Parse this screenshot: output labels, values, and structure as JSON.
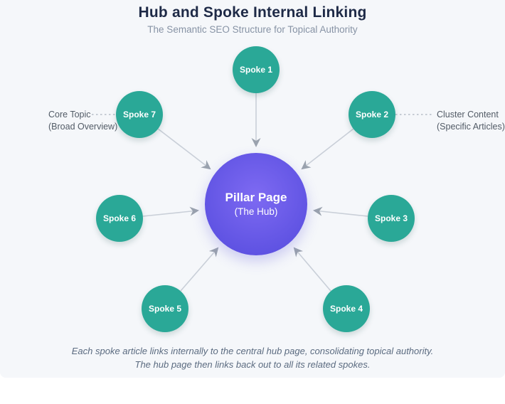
{
  "header": {
    "title": "Hub and Spoke Internal Linking",
    "subtitle": "The Semantic SEO Structure for Topical Authority"
  },
  "hub": {
    "title": "Pillar Page",
    "subtitle": "(The Hub)"
  },
  "spokes": [
    {
      "label": "Spoke 1"
    },
    {
      "label": "Spoke 2"
    },
    {
      "label": "Spoke 3"
    },
    {
      "label": "Spoke 4"
    },
    {
      "label": "Spoke 5"
    },
    {
      "label": "Spoke 6"
    },
    {
      "label": "Spoke 7"
    }
  ],
  "annotations": {
    "left": {
      "line1": "Core Topic",
      "line2": "(Broad Overview)"
    },
    "right": {
      "line1": "Cluster Content",
      "line2": "(Specific Articles)"
    }
  },
  "caption": {
    "line1": "Each spoke article links internally to the central hub page, consolidating topical authority.",
    "line2": "The hub page then links back out to all its related spokes."
  },
  "colors": {
    "background": "#f5f7fa",
    "spoke": "#2aa897",
    "hub_start": "#7e6af2",
    "hub_end": "#5a4fe0",
    "arrow_line": "#c9cfd8",
    "arrow_head": "#9aa2ae",
    "title": "#1e2a47",
    "subtitle": "#8793a5",
    "label": "#525b66",
    "caption": "#5b6b80"
  }
}
